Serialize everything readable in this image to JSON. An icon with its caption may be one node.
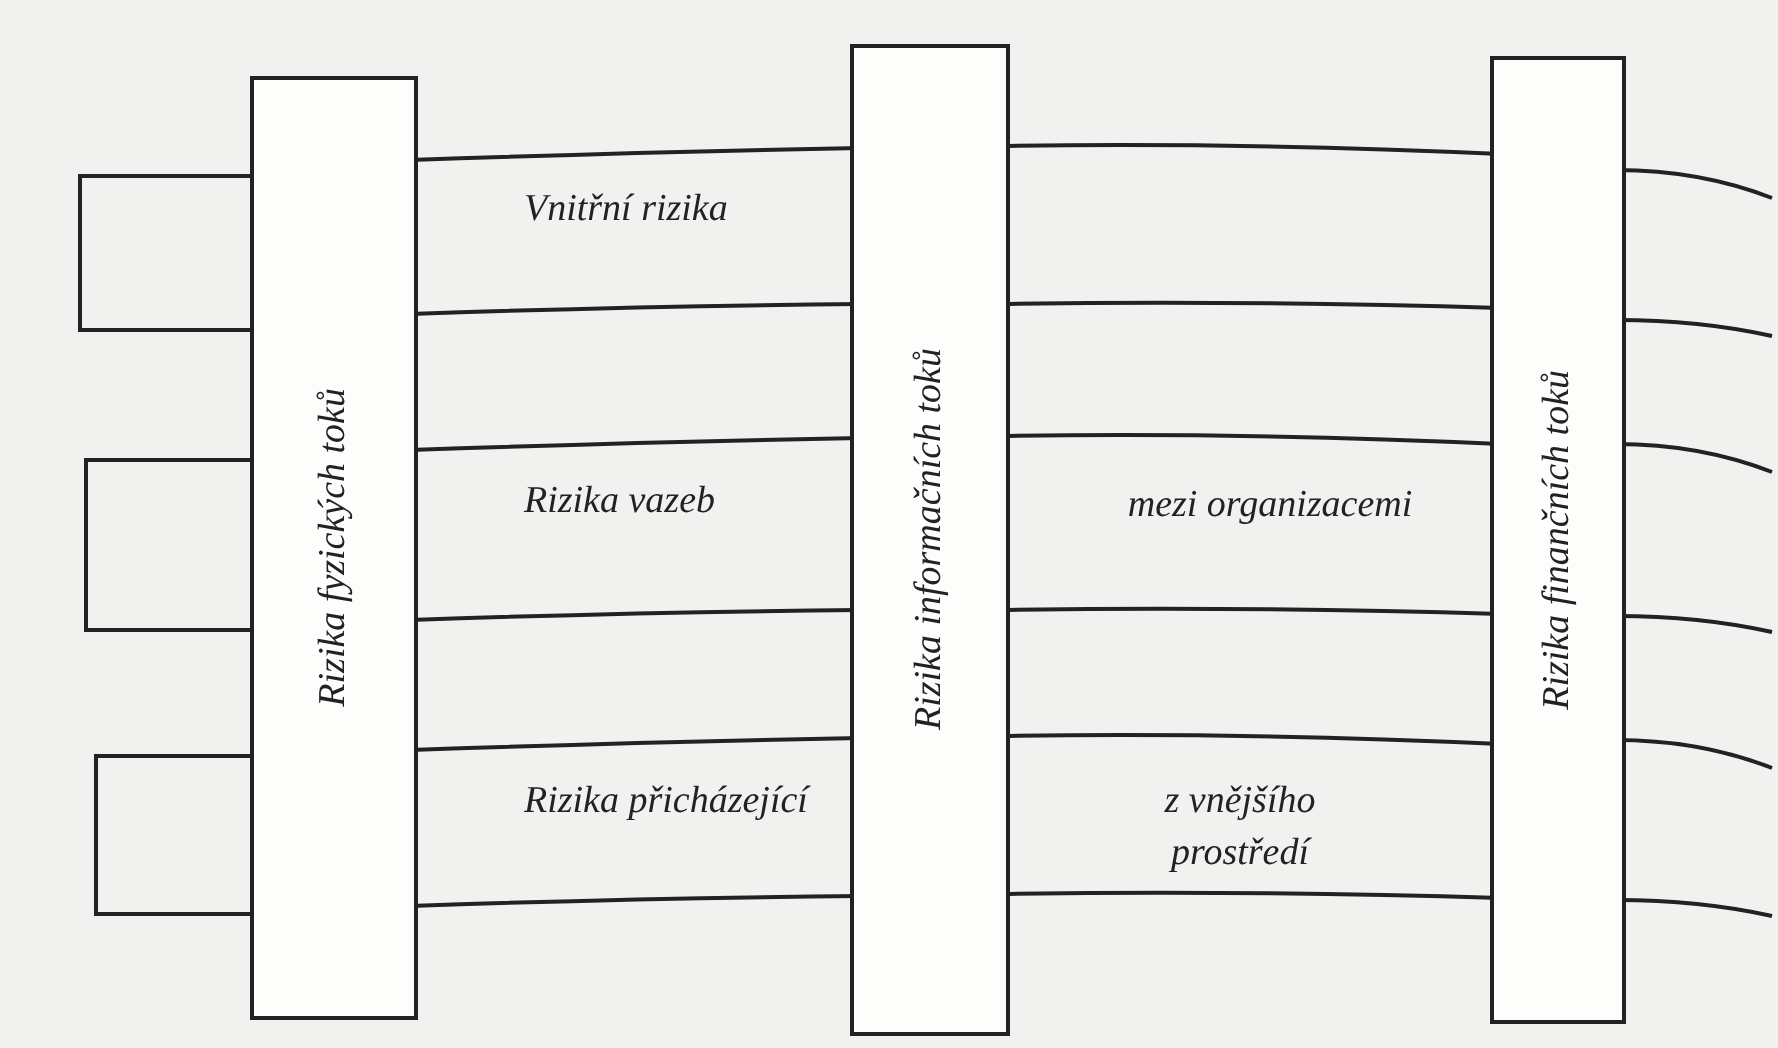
{
  "diagram": {
    "nodes": [
      {
        "text": [
          "Rizika fyzických toků"
        ]
      },
      {
        "text": [
          "Rizika informačních toků"
        ]
      },
      {
        "text": [
          "Rizika finančních toků"
        ]
      }
    ],
    "labels": [
      "Vnitřní rizika",
      "Rizika vazeb",
      "mezi organizacemi",
      "Rizika přicházející",
      "z vnějšího prostředí"
    ]
  }
}
